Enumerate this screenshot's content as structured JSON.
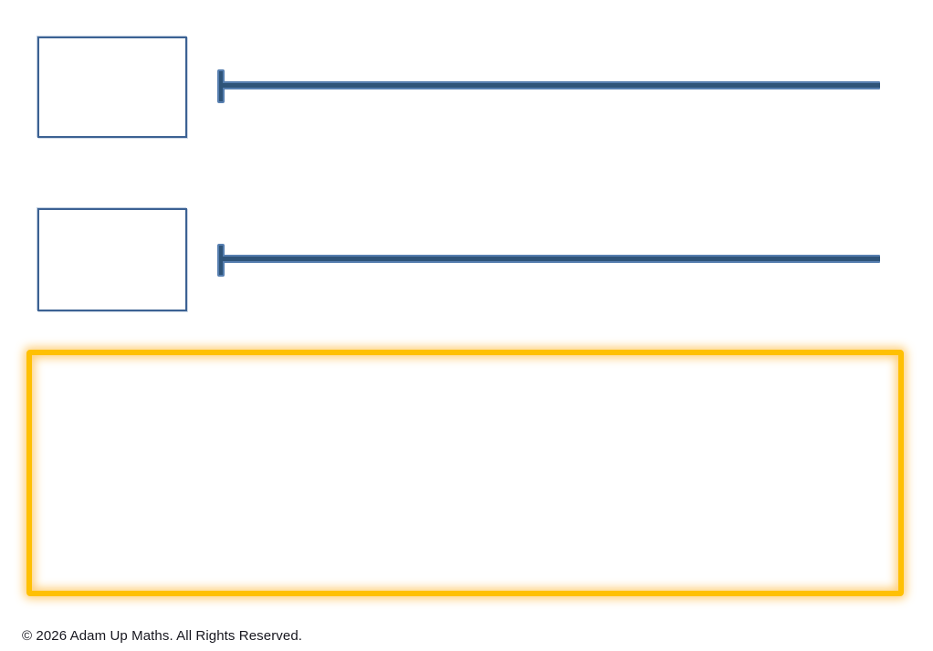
{
  "page": {
    "background": "#ffffff"
  },
  "colors": {
    "answer_box_border": "#3c6293",
    "line_core": "#2f5479",
    "line_edge": "#577fb0",
    "highlight_border": "#ffc003",
    "highlight_glow": "rgba(255,186,64,0.70)",
    "footer_text": "#17171f"
  },
  "shapes": {
    "answer_box_1": "empty-blue-rectangle",
    "answer_line_1": "horizontal-blue-line-with-left-end-tick",
    "answer_box_2": "empty-blue-rectangle",
    "answer_line_2": "horizontal-blue-line-with-left-end-tick",
    "highlight_box": "empty-orange-glow-rectangle"
  },
  "footer": {
    "copyright": "© 2026 Adam Up Maths. All Rights Reserved."
  }
}
